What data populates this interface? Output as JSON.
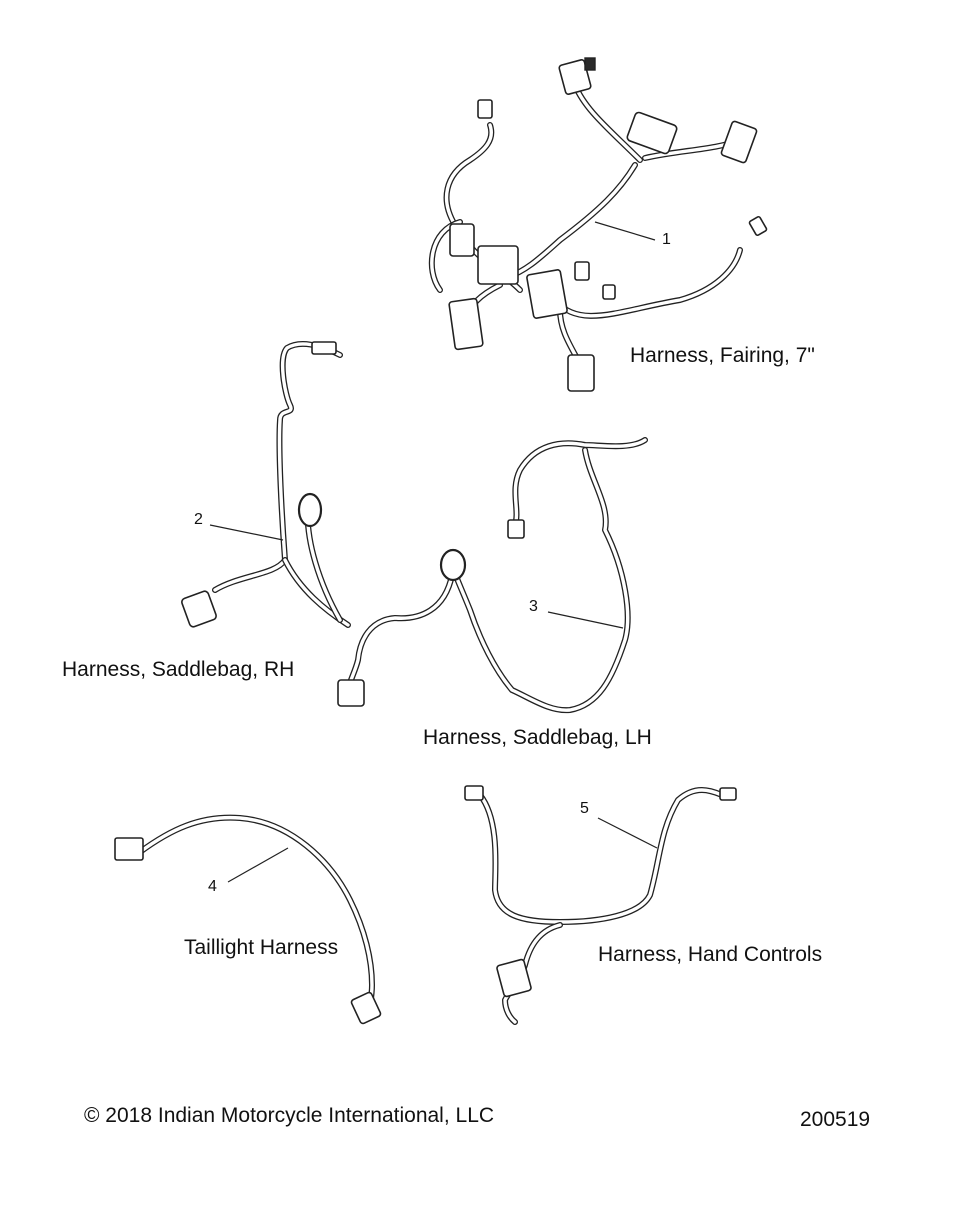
{
  "harnesses": [
    {
      "callout": "1",
      "caption": "Harness, Fairing, 7\""
    },
    {
      "callout": "2",
      "caption": "Harness, Saddlebag, RH"
    },
    {
      "callout": "3",
      "caption": "Harness, Saddlebag, LH"
    },
    {
      "callout": "4",
      "caption": "Taillight Harness"
    },
    {
      "callout": "5",
      "caption": "Harness, Hand Controls"
    }
  ],
  "footer": {
    "copyright": "© 2018 Indian Motorcycle International, LLC",
    "drawing_number": "200519"
  }
}
